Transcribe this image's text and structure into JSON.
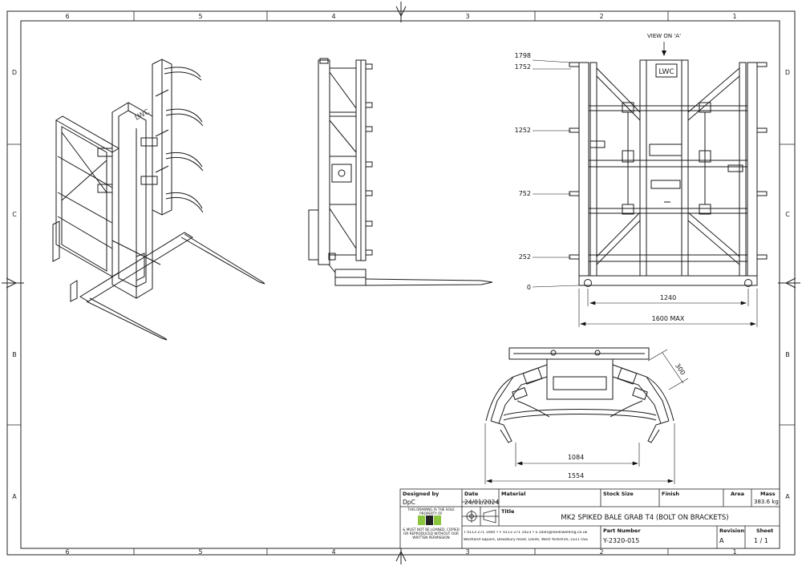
{
  "border": {
    "columns": [
      "6",
      "5",
      "4",
      "3",
      "2",
      "1"
    ],
    "rows": [
      "D",
      "C",
      "B",
      "A"
    ]
  },
  "views": {
    "view_arrow_label": "VIEW ON 'A'",
    "logo_text": "LWC",
    "height_dims": [
      "1798",
      "1752",
      "1252",
      "752",
      "252",
      "0"
    ],
    "front_width_dims": [
      "1240",
      "1600 MAX"
    ],
    "plan_dims": [
      "1084",
      "1554",
      "300"
    ]
  },
  "title_block": {
    "designed_by_label": "Designed by",
    "designed_by": "DpC",
    "date_label": "Date",
    "date": "24/01/2024",
    "material_label": "Material",
    "stock_size_label": "Stock Size",
    "finish_label": "Finish",
    "area_label": "Area",
    "mass_label": "Mass",
    "mass": "383.6 kg",
    "title_label": "Title",
    "title": "MK2 SPIKED BALE GRAB T4 (BOLT ON BRACKETS)",
    "part_number_label": "Part Number",
    "part_number": "Y-2320-015",
    "revision_label": "Revision",
    "revision": "A",
    "sheet_label": "Sheet",
    "sheet": "1 / 1",
    "notice_top": "THIS DRAWING IS THE SOLE PROPERTY OF",
    "notice_bottom": "& MUST NOT BE LOANED, COPIED OR REPRODUCED WITHOUT OUR WRITTEN PERMISSION",
    "contact": "T 0113 271 1000 • F 0113 271 1023 • E sales@leedswelding.co.uk",
    "address": "Westland Square, Dewsbury Road, Leeds, West Yorkshire, LS11 5SS"
  },
  "colors": {
    "line": "#1a1a1a",
    "logo_green": "#8cc63f",
    "logo_dark": "#222222"
  }
}
